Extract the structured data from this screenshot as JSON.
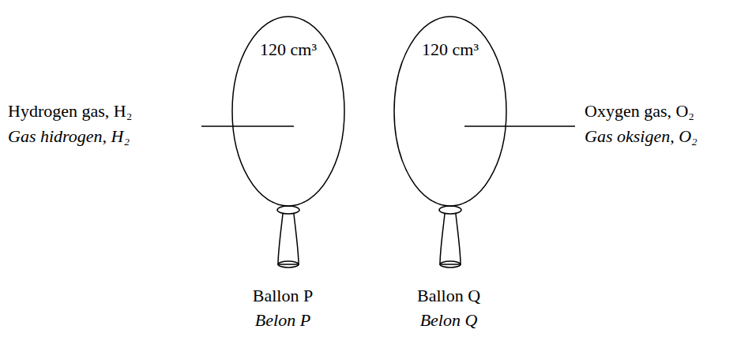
{
  "diagram": {
    "nodes": [
      {
        "text": [
          "120 cm³"
        ]
      },
      {
        "text": [
          "120 cm³"
        ]
      }
    ],
    "labels": [
      "Hydrogen gas, H₂",
      "Gas hidrogen, H₂",
      "Oxygen gas, O₂",
      "Gas oksigen, O₂",
      "Ballon P",
      "Belon P",
      "Ballon Q",
      "Belon Q"
    ]
  }
}
